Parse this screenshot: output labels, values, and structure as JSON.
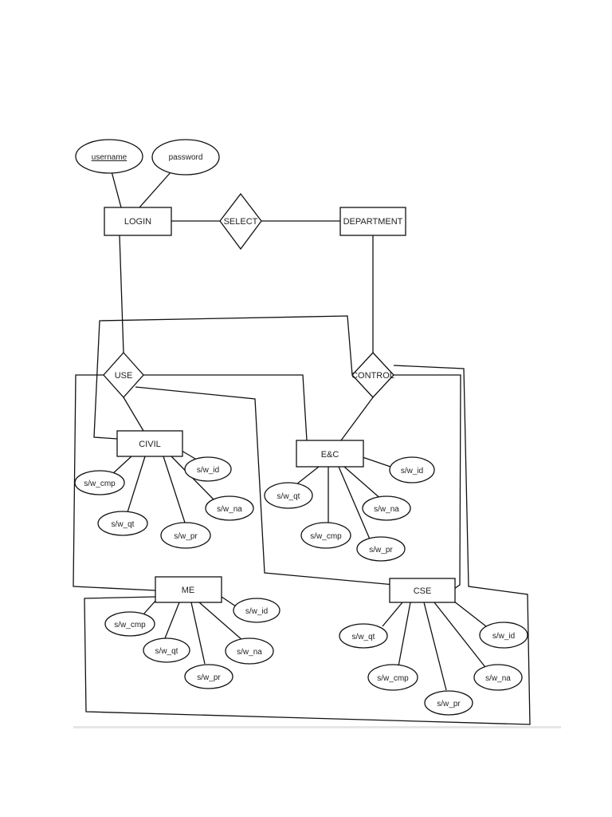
{
  "entities": {
    "login": "LOGIN",
    "department": "DEPARTMENT",
    "civil": "CIVIL",
    "ec": "E&C",
    "me": "ME",
    "cse": "CSE"
  },
  "relationships": {
    "select": "SELECT",
    "use": "USE",
    "control": "CONTROL"
  },
  "attributes": {
    "username": "username",
    "password": "password",
    "civil": [
      "s/w_cmp",
      "s/w_qt",
      "s/w_pr",
      "s/w_na",
      "s/w_id"
    ],
    "ec": [
      "s/w_qt",
      "s/w_cmp",
      "s/w_pr",
      "s/w_na",
      "s/w_id"
    ],
    "me": [
      "s/w_cmp",
      "s/w_qt",
      "s/w_pr",
      "s/w_na",
      "s/w_id"
    ],
    "cse": [
      "s/w_qt",
      "s/w_cmp",
      "s/w_pr",
      "s/w_na",
      "s/w_id"
    ]
  }
}
